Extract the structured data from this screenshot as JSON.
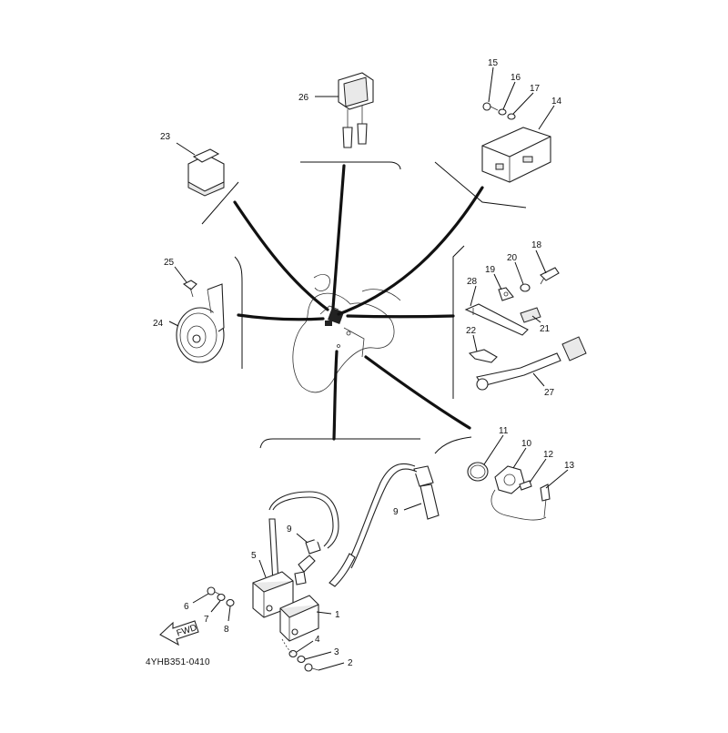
{
  "diagram": {
    "code": "4YHB351-0410",
    "fwd_label": "FWD",
    "callouts": {
      "c1": "1",
      "c2": "2",
      "c3": "3",
      "c4": "4",
      "c5": "5",
      "c6": "6",
      "c7": "7",
      "c8": "8",
      "c9a": "9",
      "c9b": "9",
      "c10": "10",
      "c11": "11",
      "c12": "12",
      "c13": "13",
      "c14": "14",
      "c15": "15",
      "c16": "16",
      "c17": "17",
      "c18": "18",
      "c19": "19",
      "c20": "20",
      "c21": "21",
      "c22": "22",
      "c23": "23",
      "c24": "24",
      "c25": "25",
      "c26": "26",
      "c27": "27",
      "c28": "28"
    }
  }
}
